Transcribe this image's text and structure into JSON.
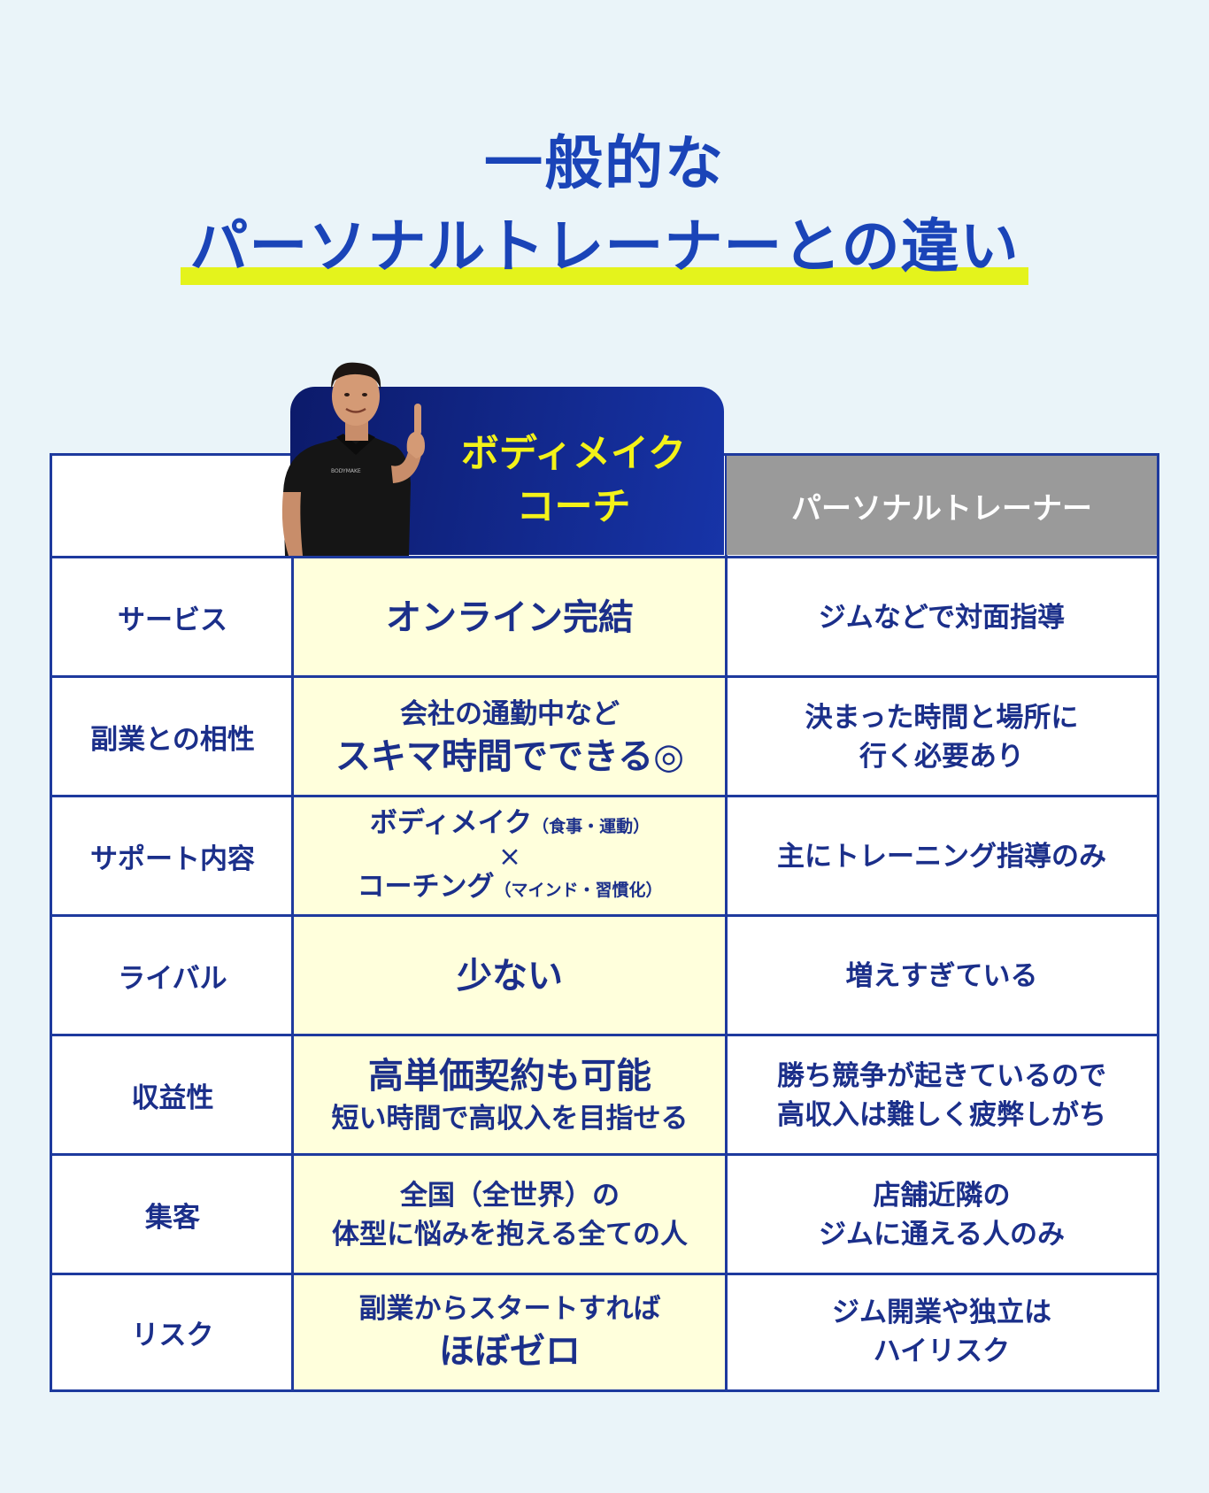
{
  "heading": {
    "line1": "一般的な",
    "line2": "パーソナルトレーナーとの違い"
  },
  "headers": {
    "coach": [
      "ボディメイク",
      "コーチ"
    ],
    "trainer": "パーソナルトレーナー",
    "shirt_logo": "BODYMAKE"
  },
  "rows": [
    {
      "label": "サービス",
      "coach": [
        "オンライン完結"
      ],
      "trainer": [
        "ジムなどで対面指導"
      ]
    },
    {
      "label": "副業との相性",
      "coach": [
        "会社の通勤中など",
        "スキマ時間でできる◎"
      ],
      "trainer": [
        "決まった時間と場所に",
        "行く必要あり"
      ]
    },
    {
      "label": "サポート内容",
      "coach_a": "ボディメイク",
      "coach_a_note": "（食事・運動）",
      "coach_x": "×",
      "coach_b": "コーチング",
      "coach_b_note": "（マインド・習慣化）",
      "trainer": [
        "主にトレーニング指導のみ"
      ]
    },
    {
      "label": "ライバル",
      "coach": [
        "少ない"
      ],
      "trainer": [
        "増えすぎている"
      ]
    },
    {
      "label": "収益性",
      "coach": [
        "高単価契約も可能",
        "短い時間で高収入を目指せる"
      ],
      "trainer": [
        "勝ち競争が起きているので",
        "高収入は難しく疲弊しがち"
      ]
    },
    {
      "label": "集客",
      "coach": [
        "全国（全世界）の",
        "体型に悩みを抱える全ての人"
      ],
      "trainer": [
        "店舗近隣の",
        "ジムに通える人のみ"
      ]
    },
    {
      "label": "リスク",
      "coach": [
        "副業からスタートすれば",
        "ほぼゼロ"
      ],
      "trainer": [
        "ジム開業や独立は",
        "ハイリスク"
      ]
    }
  ],
  "colors": {
    "background": "#eaf4f9",
    "title": "#1a44b8",
    "highlight": "#e4f31c",
    "border": "#1e3a9e",
    "coach_header_from": "#0c1a6a",
    "coach_header_to": "#1734a8",
    "coach_title": "#f3f219",
    "coach_cell": "#ffffdc",
    "trainer_header": "#9a9a9a"
  }
}
